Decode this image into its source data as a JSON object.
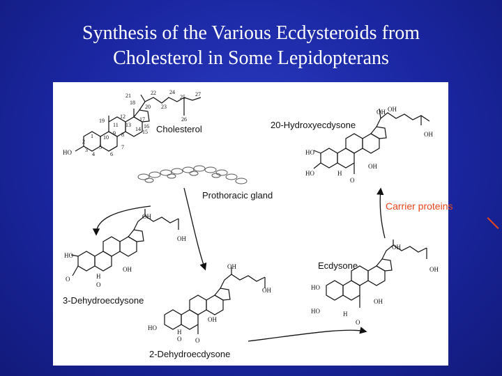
{
  "title": {
    "line1": "Synthesis of the Various Ecdysteroids from",
    "line2": "Cholesterol in Some Lepidopterans"
  },
  "labels": {
    "cholesterol": "Cholesterol",
    "hydroxyecdysone": "20-Hydroxyecdysone",
    "prothoracic": "Prothoracic gland",
    "dehydro3": "3-Dehydroecdysone",
    "ecdysone": "Ecdysone",
    "dehydro2": "2-Dehydroecdysone",
    "carrier": "Carrier proteins"
  },
  "atoms": {
    "oh": "OH",
    "ho": "HO",
    "o": "O",
    "h": "H"
  },
  "numbers": [
    "21",
    "22",
    "24",
    "25",
    "27",
    "18",
    "20",
    "23",
    "26",
    "12",
    "17",
    "19",
    "11",
    "13",
    "16",
    "1",
    "9",
    "14",
    "15",
    "2",
    "10",
    "8",
    "3",
    "5",
    "7",
    "4",
    "6"
  ],
  "colors": {
    "background": "#1a26a0",
    "panel": "#ffffff",
    "accent": "#e8461a"
  }
}
